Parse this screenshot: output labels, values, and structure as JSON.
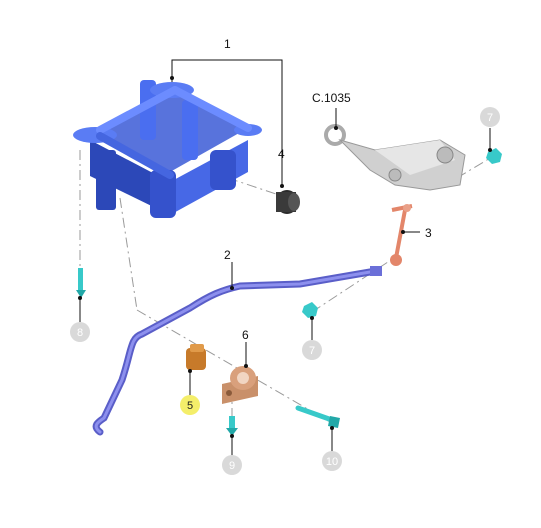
{
  "callouts": {
    "c1": "1",
    "c2": "2",
    "c3": "3",
    "c4": "4",
    "c5": "5",
    "c6": "6",
    "c7a": "7",
    "c7b": "7",
    "c8": "8",
    "c9": "9",
    "c10": "10",
    "ref": "C.1035"
  },
  "colors": {
    "subframe": "#3b5bd6",
    "stabilizer_bar": "#6b6fd8",
    "link": "#e3866a",
    "bushing": "#c77a2a",
    "clamp": "#d9a07c",
    "fastener": "#38c9c9",
    "knuckle": "#c8c8c8",
    "bushing_dark": "#3a3a3a",
    "badge_grey": "#d9d9d9",
    "badge_yellow": "#f4ee6a",
    "leader": "#111111",
    "dashline": "#9a9a9a"
  }
}
